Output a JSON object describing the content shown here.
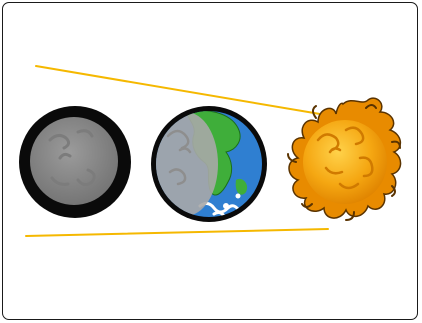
{
  "diagram": {
    "bodies": [
      {
        "name": "moon",
        "icon": "moon-icon"
      },
      {
        "name": "earth",
        "icon": "earth-icon"
      },
      {
        "name": "sun",
        "icon": "sun-icon"
      }
    ],
    "colors": {
      "sun_rays": "#f5b800",
      "moon_fill": "#8a8a8a",
      "moon_ring": "#0a0a0a",
      "ocean": "#2f7fd1",
      "land": "#3fae3a",
      "earth_shadow": "#a9a9a9",
      "sun_body": "#f2a20f",
      "sun_flames": "#e88b00"
    }
  }
}
